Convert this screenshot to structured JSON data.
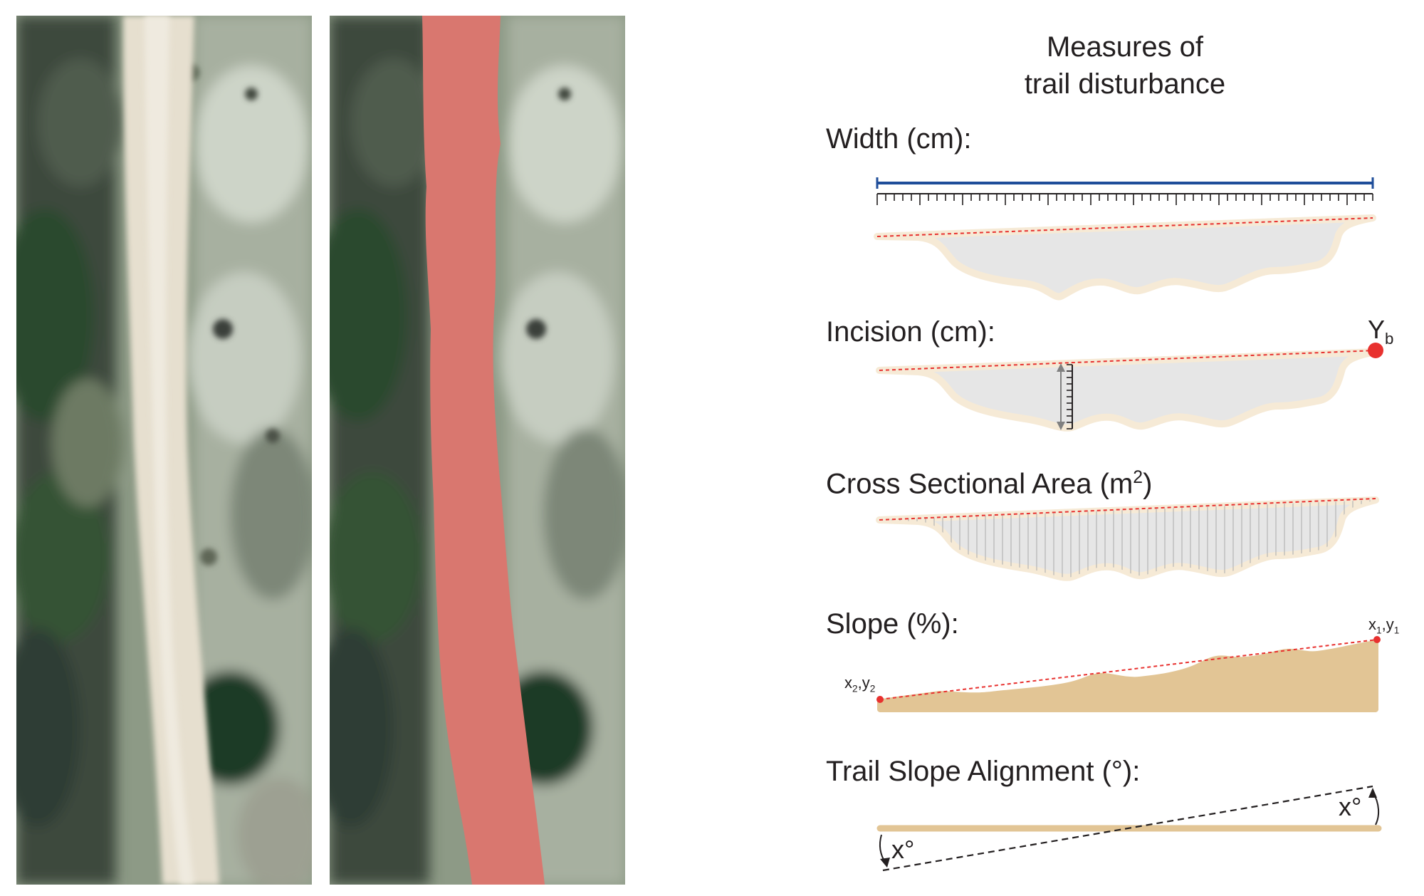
{
  "title_line1": "Measures of",
  "title_line2": "trail disturbance",
  "measures": {
    "width": "Width (cm):",
    "incision": "Incision (cm):",
    "area": "Cross Sectional Area (m",
    "area_sup": "2",
    "area_end": ")",
    "slope": "Slope (%):",
    "alignment": "Trail Slope Alignment (°):"
  },
  "labels": {
    "yb_main": "Y",
    "yb_sub": "b",
    "x1": "x",
    "x1_sub": "1",
    "y1": ",y",
    "y1_sub": "1",
    "x2": "x",
    "x2_sub": "2",
    "y2": ",y",
    "y2_sub": "2",
    "angle_right": "x°",
    "angle_left": "x°"
  },
  "colors": {
    "trail_overlay": "#d9776f",
    "ruler_blue": "#1f4e9a",
    "dashed_red": "#e8312f",
    "profile_fill": "#e6e6e6",
    "profile_rim": "#f6ead6",
    "soil_tan": "#e2c595"
  }
}
